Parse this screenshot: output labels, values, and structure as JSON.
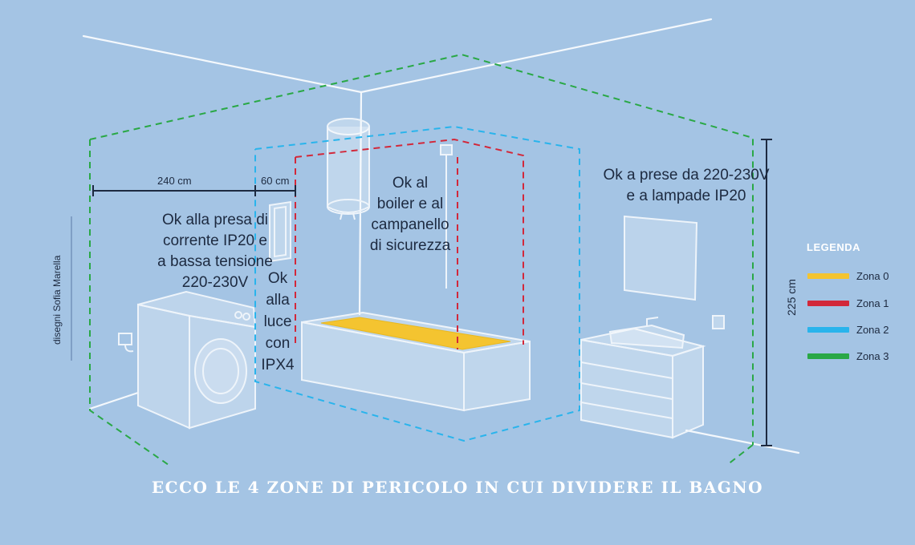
{
  "labels": {
    "washer_zone": "Ok alla presa di\ncorrente IP20 e\na bassa tensione\n220-230V",
    "zone2_strip": "Ok\nalla\nluce\ncon\nIPX4",
    "boiler_zone": "Ok al\nboiler e al\ncampanello\ndi sicurezza",
    "sink_zone": "Ok a prese da 220-230V\ne a lampade IP20"
  },
  "dimensions": {
    "d240": "240 cm",
    "d60": "60 cm",
    "d225": "225 cm"
  },
  "credit": "disegni Sofia Marella",
  "legend": {
    "title": "LEGENDA",
    "items": [
      {
        "label": "Zona 0",
        "color": "#f4c430"
      },
      {
        "label": "Zona 1",
        "color": "#d2283a"
      },
      {
        "label": "Zona 2",
        "color": "#29b4ec"
      },
      {
        "label": "Zona 3",
        "color": "#2aa846"
      }
    ]
  },
  "caption": "ECCO LE 4 ZONE DI PERICOLO IN CUI DIVIDERE IL BAGNO",
  "colors": {
    "background": "#a4c4e4",
    "sketch": "#ffffff",
    "zone0": "#f4c430",
    "zone1": "#d2283a",
    "zone2": "#29b4ec",
    "zone3": "#2aa846"
  }
}
